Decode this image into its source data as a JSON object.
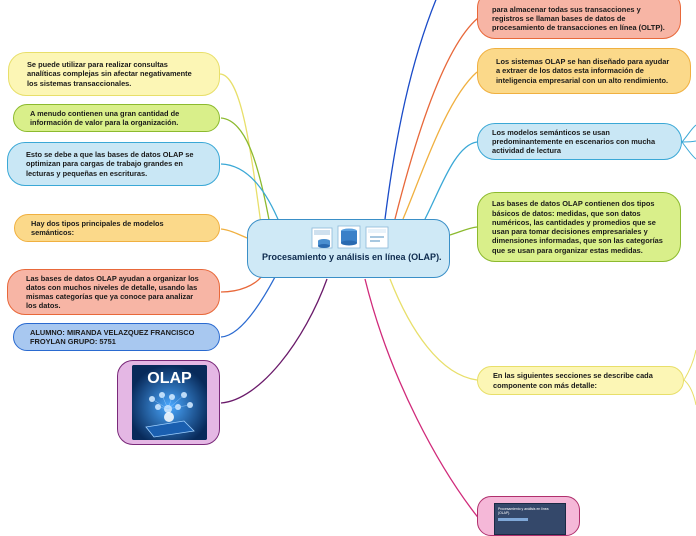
{
  "central": {
    "title": "Procesamiento y análisis en línea (OLAP)."
  },
  "left_nodes": [
    {
      "text": "Se puede utilizar para realizar consultas analíticas complejas sin afectar negativamente los sistemas transaccionales.",
      "color": "#fcf6b5"
    },
    {
      "text": "A menudo contienen una gran cantidad de información de valor para la organización.",
      "color": "#d9ef8a"
    },
    {
      "text": "Esto se debe a que las bases de datos OLAP se optimizan para cargas de trabajo grandes en lecturas y pequeñas en escrituras.",
      "color": "#c9e7f5"
    },
    {
      "text": "Hay dos tipos principales de modelos semánticos:",
      "color": "#fbd98a"
    },
    {
      "text": "Las bases de datos OLAP ayudan a organizar los datos con muchos niveles de detalle, usando las mismas categorías que ya conoce para analizar los datos.",
      "color": "#f7b5a5"
    },
    {
      "text": "ALUMNO: MIRANDA VELAZQUEZ FRANCISCO FROYLAN    GRUPO: 5751",
      "color": "#a8c8f0"
    }
  ],
  "right_nodes": [
    {
      "text": "para almacenar todas sus transacciones y registros se llaman bases de datos de procesamiento de transacciones en línea (OLTP).",
      "color": "#f7b5a5"
    },
    {
      "text": "Los sistemas OLAP se han diseñado para ayudar a extraer de los datos esta información de inteligencia empresarial con un alto rendimiento.",
      "color": "#fbd98a"
    },
    {
      "text": "Los modelos semánticos se usan predominantemente en escenarios con mucha actividad de lectura",
      "color": "#c9e7f5"
    },
    {
      "text": "Las bases de datos OLAP contienen dos tipos básicos de datos: medidas, que son datos numéricos, las cantidades y promedios que se usan para tomar decisiones empresariales y dimensiones informadas, que son las categorías que se usan para organizar estas medidas.",
      "color": "#d9ef8a"
    },
    {
      "text": "En las siguientes secciones se describe cada componente con más detalle:",
      "color": "#fcf6b5"
    }
  ],
  "olap_image": {
    "label": "OLAP"
  },
  "bottom_thumbnail": {
    "label": "Procesamiento y análisis en línea (OLAP)."
  }
}
